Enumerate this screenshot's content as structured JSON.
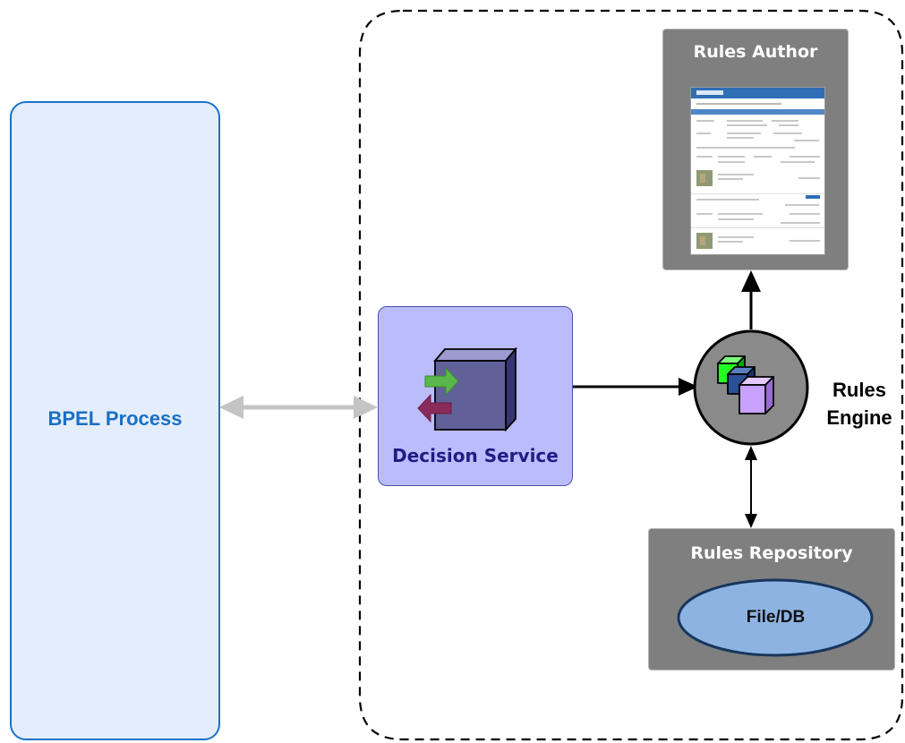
{
  "bpel": {
    "label": "BPEL Process"
  },
  "decision_service": {
    "label": "Decision Service"
  },
  "rules_author": {
    "label": "Rules Author"
  },
  "rules_engine": {
    "label_line1": "Rules",
    "label_line2": "Engine"
  },
  "rules_repository": {
    "label": "Rules Repository",
    "storage_label": "File/DB"
  },
  "colors": {
    "bpel_fill": "#e3edfb",
    "bpel_stroke": "#1a73c7",
    "bpel_text": "#1a6fc4",
    "decision_fill": "#bbbcfb",
    "decision_text": "#1d1d85",
    "panel_gray": "#7f7f7f",
    "engine_fill": "#8a8a8a",
    "storage_fill": "#8db3e2",
    "link_gray": "#c4c4c4"
  }
}
